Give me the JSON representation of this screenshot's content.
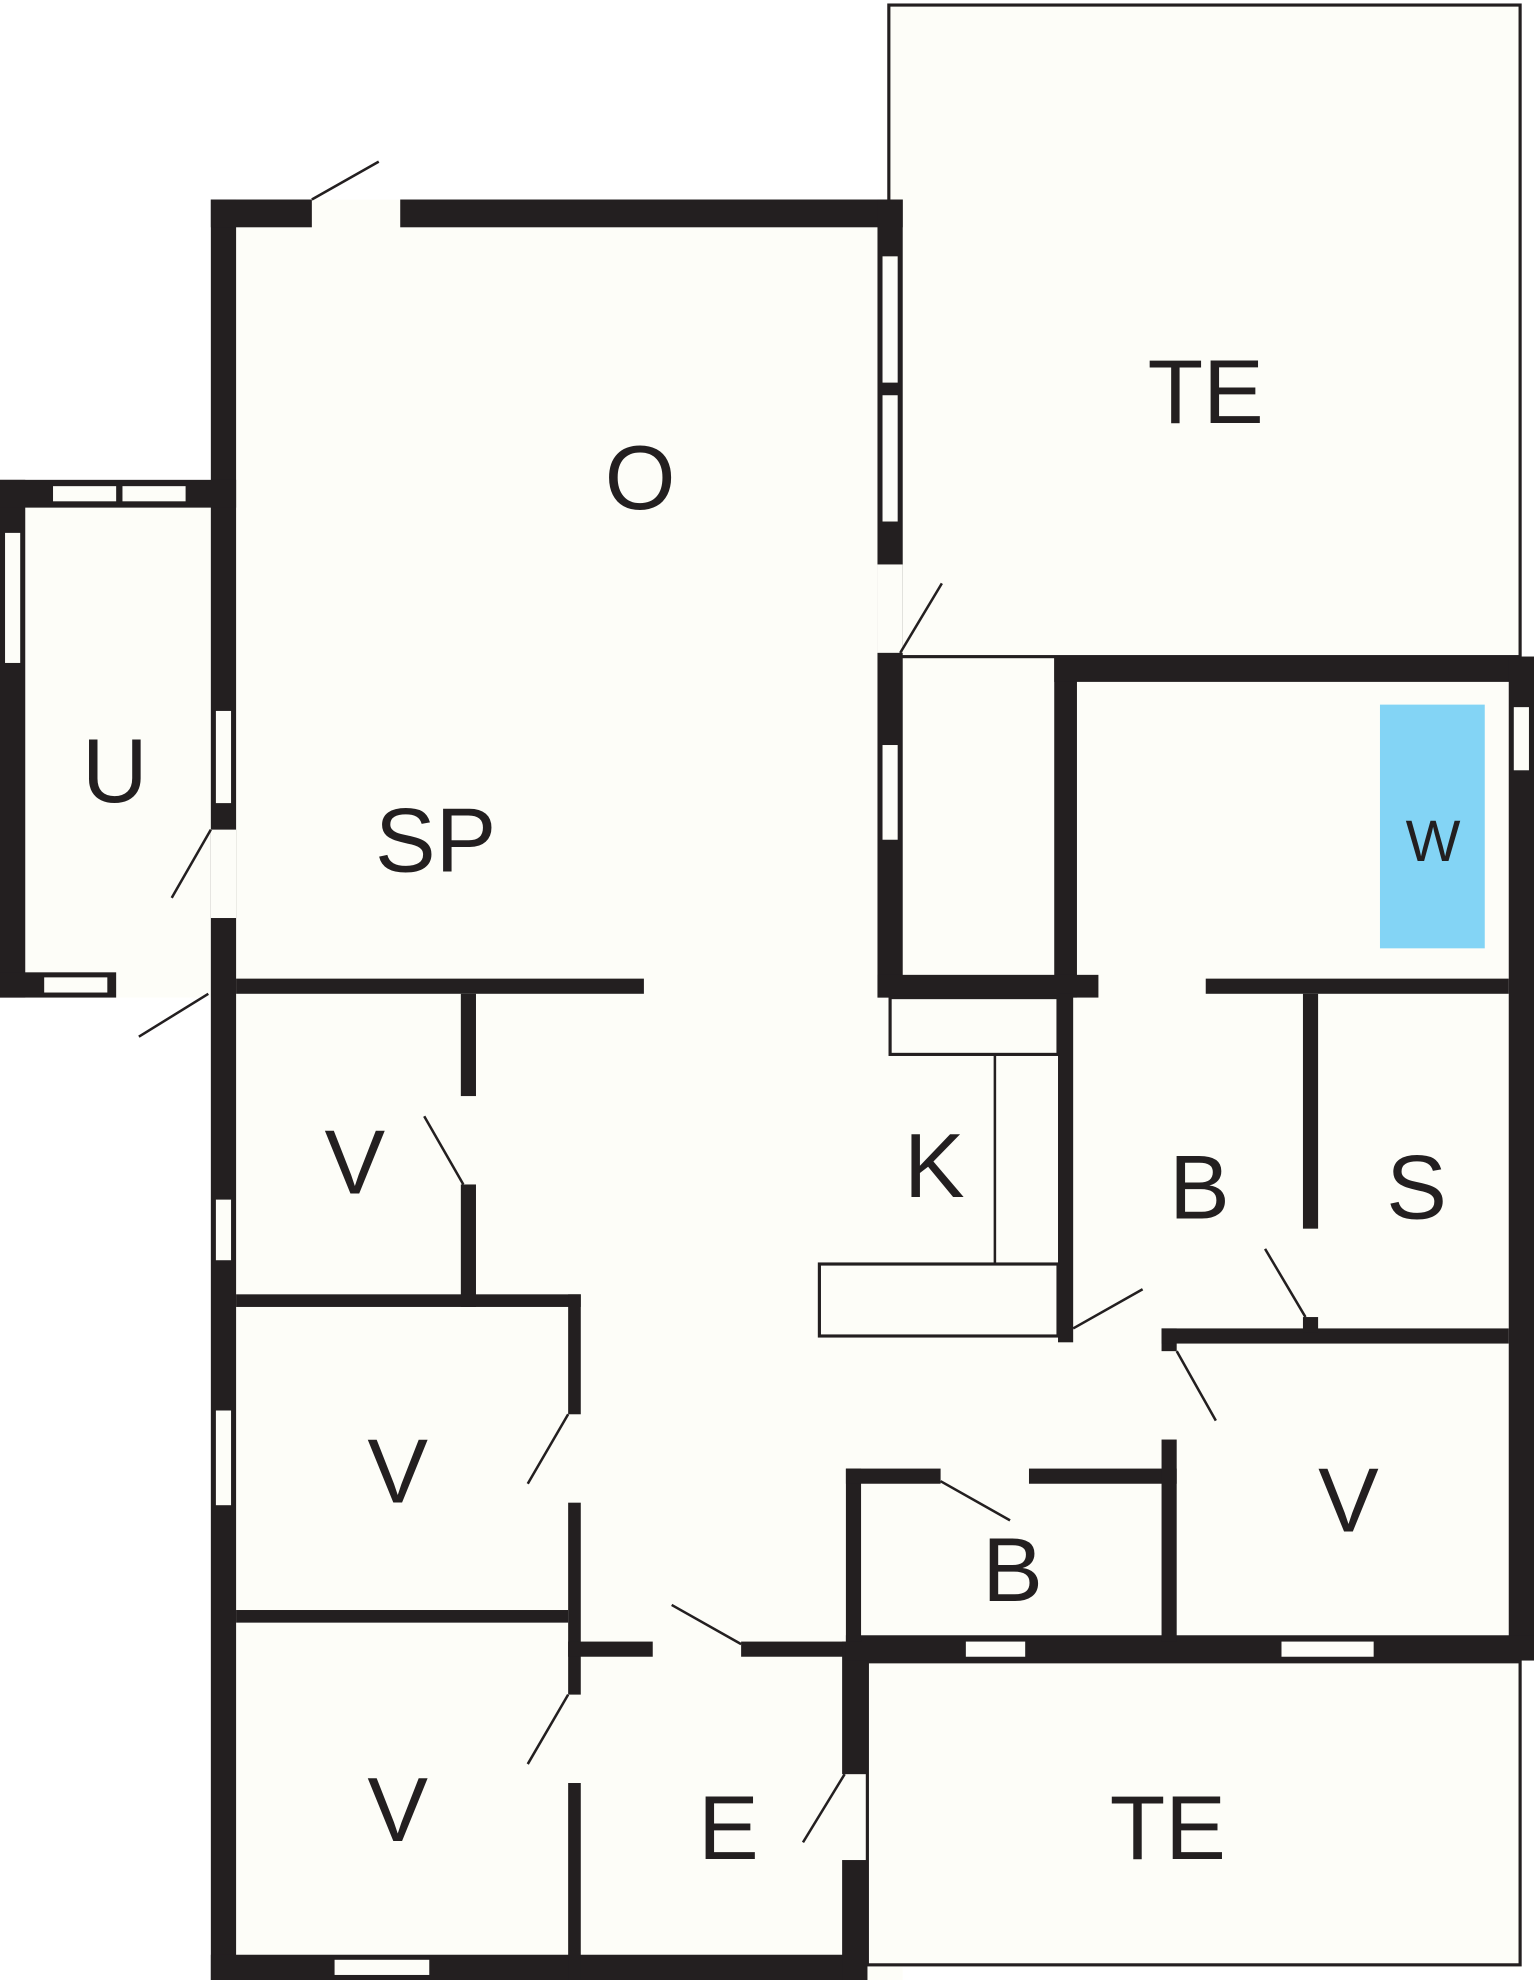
{
  "plan": {
    "colors": {
      "wall": "#231f20",
      "floor": "#fdfdf8",
      "water": "#83d4f5"
    },
    "rooms": [
      {
        "label": "TE"
      },
      {
        "label": "O"
      },
      {
        "label": "U"
      },
      {
        "label": "SP"
      },
      {
        "label": "W"
      },
      {
        "label": "V"
      },
      {
        "label": "K"
      },
      {
        "label": "B"
      },
      {
        "label": "S"
      },
      {
        "label": "V"
      },
      {
        "label": "V"
      },
      {
        "label": "B"
      },
      {
        "label": "V"
      },
      {
        "label": "E"
      },
      {
        "label": "TE"
      }
    ]
  }
}
